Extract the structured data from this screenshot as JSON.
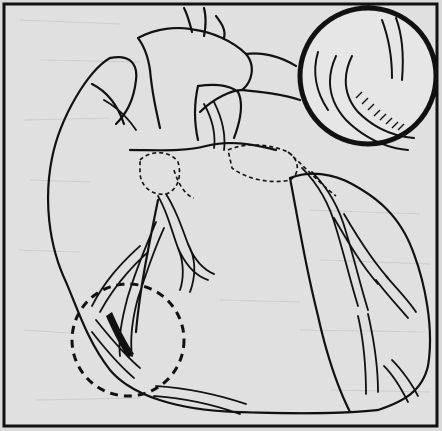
{
  "colors": {
    "background": "#d9d9d9",
    "paper": "#e2e2e2",
    "ink": "#0b0b0b",
    "artery_fill": "#d6d6d6"
  },
  "icons": [
    "heart-diagram",
    "magnifier-circle",
    "blocked-artery-detail"
  ]
}
